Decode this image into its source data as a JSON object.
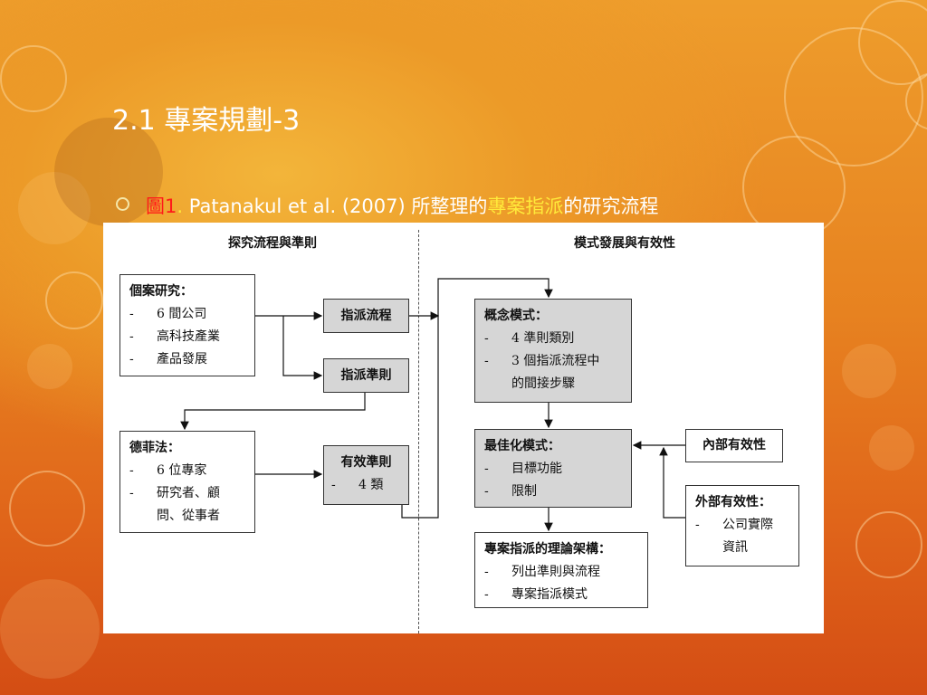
{
  "slide": {
    "title": "2.1 專案規劃-3",
    "caption": {
      "fig_label": "圖1",
      "fig_sep": ".",
      "text_main": " Patanakul et al. (2007) 所整理的",
      "highlight": "專案指派",
      "text_end": "的研究流程"
    }
  },
  "diagram": {
    "left_heading": "探究流程與準則",
    "right_heading": "模式發展與有效性",
    "case_study": {
      "title": "個案研究：",
      "items": [
        "6 間公司",
        "高科技產業",
        "產品發展"
      ]
    },
    "assign_process": "指派流程",
    "assign_criteria": "指派準則",
    "delphi": {
      "title": "德菲法：",
      "items": [
        "6 位專家",
        "研究者、顧"
      ],
      "cont": "問、從事者"
    },
    "valid_criteria": {
      "title": "有效準則",
      "item": "4 類"
    },
    "concept_model": {
      "title": "概念模式：",
      "items": [
        "4 準則類別",
        "3 個指派流程中"
      ],
      "cont": "的間接步驟"
    },
    "optimization": {
      "title": "最佳化模式：",
      "items": [
        "目標功能",
        "限制"
      ]
    },
    "internal_validity": "內部有效性",
    "external_validity": {
      "title": "外部有效性：",
      "item": "公司實際",
      "cont": "資訊"
    },
    "theory_framework": {
      "title": "專案指派的理論架構：",
      "items": [
        "列出準則與流程",
        "專案指派模式"
      ]
    },
    "dash": "-"
  }
}
